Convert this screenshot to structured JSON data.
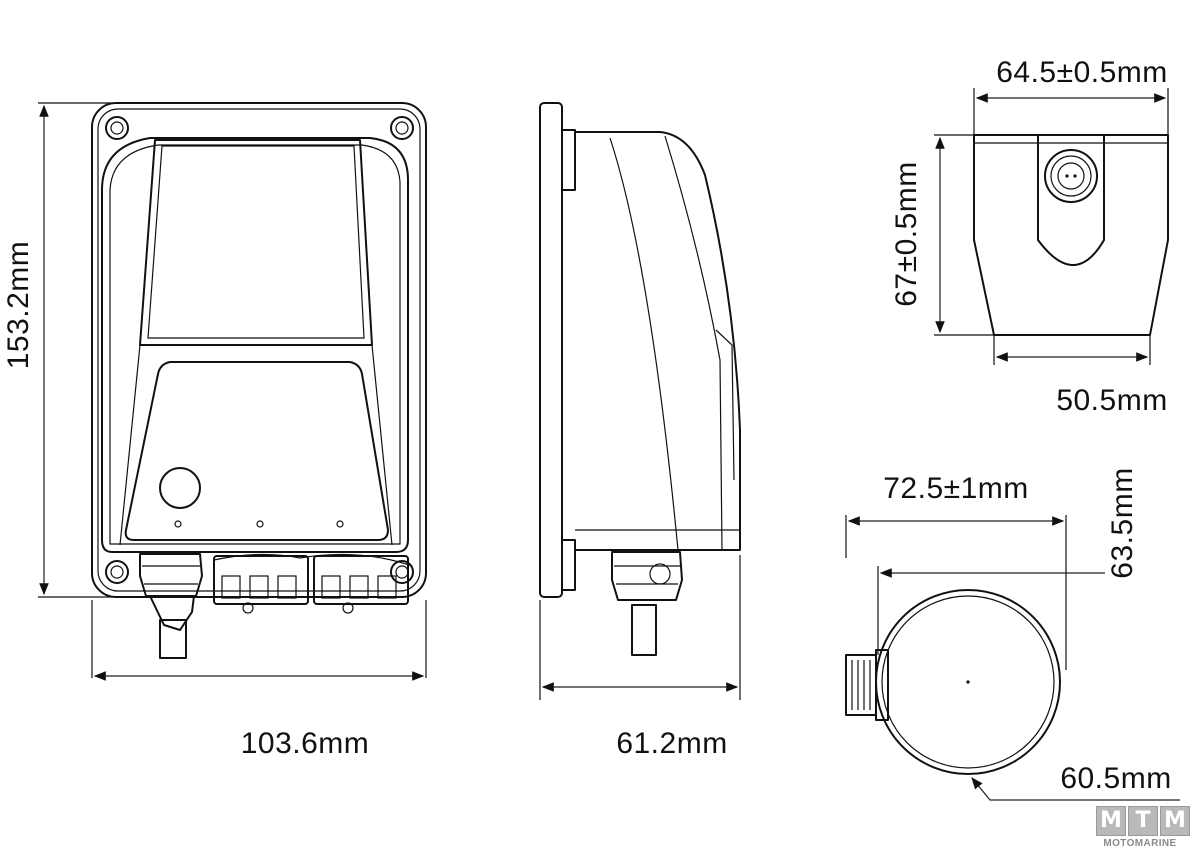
{
  "dimensions": {
    "front_height": "153.2mm",
    "front_width": "103.6mm",
    "side_depth": "61.2mm",
    "top_width": "64.5±0.5mm",
    "top_height": "67±0.5mm",
    "top_bottom_width": "50.5mm",
    "bottom_width": "72.5±1mm",
    "bottom_inner_width": "63.5mm",
    "bottom_diameter": "60.5mm"
  },
  "logo": {
    "letters": [
      "M",
      "T",
      "M"
    ],
    "subtitle": "MOTOMARINE"
  },
  "colors": {
    "line": "#111111",
    "logo_box": "#b9b9b9"
  }
}
